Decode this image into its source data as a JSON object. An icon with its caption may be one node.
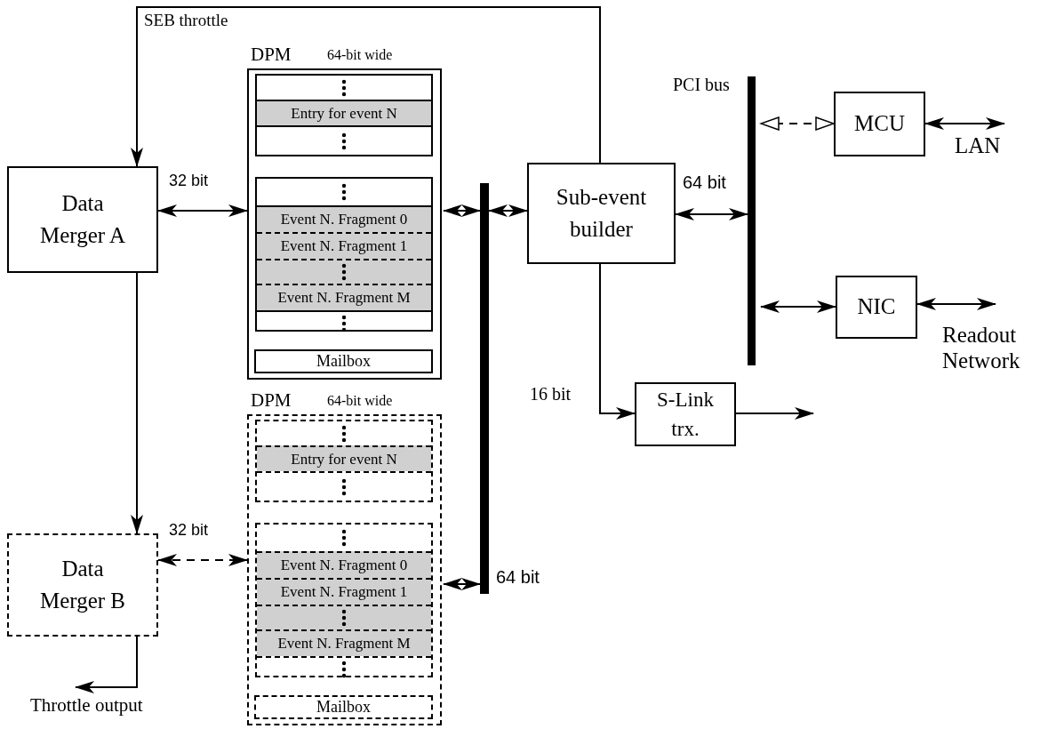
{
  "diagram": {
    "nodes": [
      {
        "text": [
          "Data Merger A"
        ]
      },
      {
        "text": [
          "DPM",
          "64-bit wide"
        ]
      },
      {
        "text": [],
        "shape": "box",
        "in": 1
      },
      {
        "text": [
          "Entry for event N"
        ],
        "in": 2
      },
      {
        "text": [],
        "shape": "box",
        "in": 1
      },
      {
        "text": [
          "Event N. Fragment 0"
        ],
        "in": 4
      },
      {
        "text": [
          "Event N. Fragment 1"
        ],
        "in": 4
      },
      {
        "text": [],
        "shape": "box",
        "in": 4
      },
      {
        "text": [
          "Event N. Fragment M"
        ],
        "in": 4
      },
      {
        "text": [
          "Mailbox"
        ],
        "in": 1
      },
      {
        "text": [
          "Data Merger B"
        ]
      },
      {
        "text": [
          "DPM",
          "64-bit wide"
        ]
      },
      {
        "text": [],
        "shape": "box",
        "in": 11
      },
      {
        "text": [
          "Entry for event N"
        ],
        "in": 12
      },
      {
        "text": [],
        "shape": "box",
        "in": 11
      },
      {
        "text": [
          "Event N. Fragment 0"
        ],
        "in": 14
      },
      {
        "text": [
          "Event N. Fragment 1"
        ],
        "in": 14
      },
      {
        "text": [],
        "shape": "box",
        "in": 14
      },
      {
        "text": [
          "Event N. Fragment M"
        ],
        "in": 14
      },
      {
        "text": [
          "Mailbox"
        ],
        "in": 11
      },
      {
        "text": [],
        "shape": "bar",
        "beside": [
          "64 bit"
        ]
      },
      {
        "text": [
          "Sub-event builder"
        ]
      },
      {
        "text": [
          "PCI bus"
        ]
      },
      {
        "text": [
          "MCU"
        ]
      },
      {
        "text": [
          "NIC"
        ]
      },
      {
        "text": [
          "S-Link trx."
        ]
      }
    ],
    "edges": [
      {
        "from": 0,
        "to": 1,
        "arrow": "both",
        "label": "32 bit"
      },
      {
        "from": 0,
        "to": 10,
        "arrow": "to"
      },
      {
        "from": 10,
        "to": 11,
        "arrow": "both",
        "label": "32 bit",
        "style": "dashed"
      },
      {
        "from": 1,
        "to": 20,
        "arrow": "both"
      },
      {
        "from": 20,
        "to": 21,
        "arrow": "both"
      },
      {
        "from": 11,
        "to": 20,
        "arrow": "both"
      },
      {
        "from": 21,
        "to": 22,
        "arrow": "both",
        "label": "64 bit"
      },
      {
        "from": 22,
        "to": 23,
        "arrow": "both",
        "style": "dashed"
      },
      {
        "from": 22,
        "to": 24,
        "arrow": "both"
      },
      {
        "from": 23,
        "to": null,
        "arrow": "both",
        "label": "LAN"
      },
      {
        "from": 24,
        "to": null,
        "arrow": "both",
        "label": "Readout Network"
      },
      {
        "from": 21,
        "to": 25,
        "arrow": "to",
        "label": "16 bit"
      },
      {
        "from": 25,
        "to": null,
        "arrow": "to"
      },
      {
        "from": 10,
        "to": null,
        "arrow": "to",
        "label": "Throttle output"
      },
      {
        "from": 21,
        "to": 0,
        "arrow": "to",
        "label": "SEB throttle"
      }
    ]
  }
}
